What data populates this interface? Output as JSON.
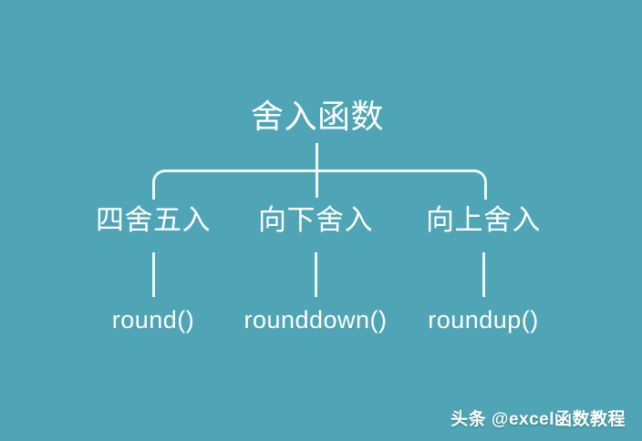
{
  "background_color": "#4fa5b5",
  "line_color": "#eef7f9",
  "text_color": "#ffffff",
  "diagram": {
    "type": "tree",
    "root": {
      "label": "舍入函数"
    },
    "level2": [
      {
        "label": "四舍五入"
      },
      {
        "label": "向下舍入"
      },
      {
        "label": "向上舍入"
      }
    ],
    "level3": [
      {
        "label": "round()"
      },
      {
        "label": "rounddown()"
      },
      {
        "label": "roundup()"
      }
    ]
  },
  "watermark": {
    "text": "头条 @excel函数教程"
  }
}
